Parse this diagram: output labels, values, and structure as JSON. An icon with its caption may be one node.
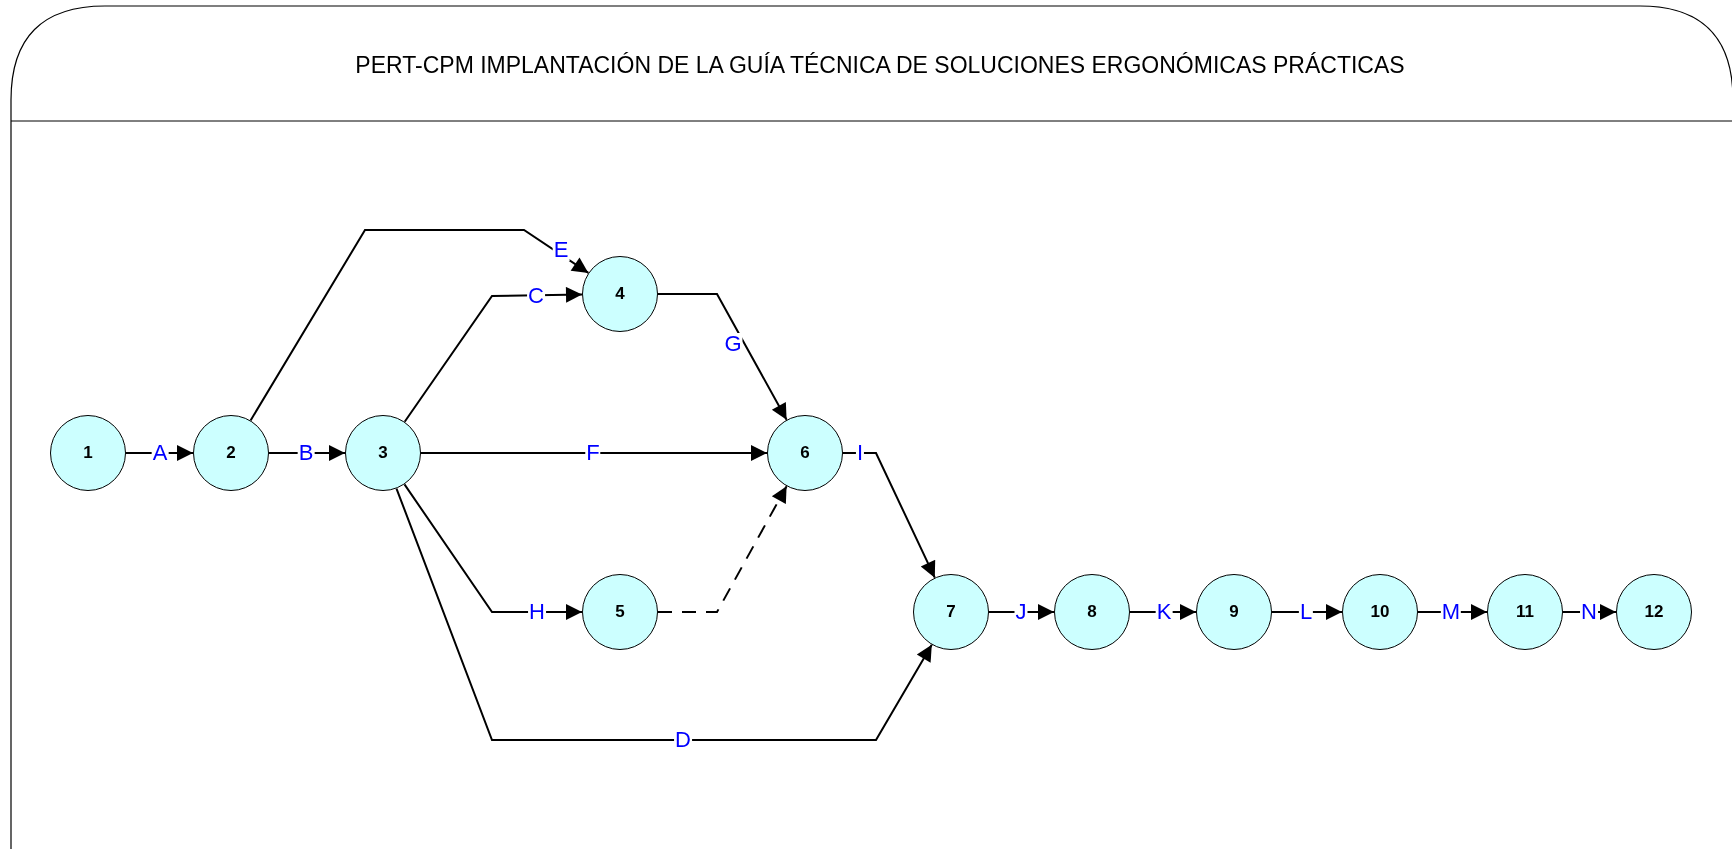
{
  "diagram": {
    "title": "PERT-CPM IMPLANTACIÓN DE LA GUÍA TÉCNICA DE SOLUCIONES ERGONÓMICAS PRÁCTICAS",
    "nodes": [
      {
        "text": [
          "1"
        ]
      },
      {
        "text": [
          "2"
        ]
      },
      {
        "text": [
          "3"
        ]
      },
      {
        "text": [
          "4"
        ]
      },
      {
        "text": [
          "5"
        ]
      },
      {
        "text": [
          "6"
        ]
      },
      {
        "text": [
          "7"
        ]
      },
      {
        "text": [
          "8"
        ]
      },
      {
        "text": [
          "9"
        ]
      },
      {
        "text": [
          "10"
        ]
      },
      {
        "text": [
          "11"
        ]
      },
      {
        "text": [
          "12"
        ]
      }
    ],
    "edges": [
      {
        "from": 0,
        "to": 1,
        "arrow": "to",
        "label": "A"
      },
      {
        "from": 1,
        "to": 3,
        "arrow": "to",
        "label": "E"
      },
      {
        "from": 1,
        "to": 2,
        "arrow": "to",
        "label": "B"
      },
      {
        "from": 2,
        "to": 3,
        "arrow": "to",
        "label": "C"
      },
      {
        "from": 3,
        "to": 5,
        "arrow": "to",
        "label": "G"
      },
      {
        "from": 2,
        "to": 5,
        "arrow": "to",
        "label": "F"
      },
      {
        "from": 2,
        "to": 4,
        "arrow": "to",
        "label": "H"
      },
      {
        "from": 4,
        "to": 5,
        "arrow": "to",
        "style": "dashed"
      },
      {
        "from": 2,
        "to": 6,
        "arrow": "to",
        "label": "D"
      },
      {
        "from": 5,
        "to": 6,
        "arrow": "to",
        "label": "I"
      },
      {
        "from": 6,
        "to": 7,
        "arrow": "to",
        "label": "J"
      },
      {
        "from": 7,
        "to": 8,
        "arrow": "to",
        "label": "K"
      },
      {
        "from": 8,
        "to": 9,
        "arrow": "to",
        "label": "L"
      },
      {
        "from": 9,
        "to": 10,
        "arrow": "to",
        "label": "M"
      },
      {
        "from": 10,
        "to": 11,
        "arrow": "to",
        "label": "N"
      }
    ]
  }
}
